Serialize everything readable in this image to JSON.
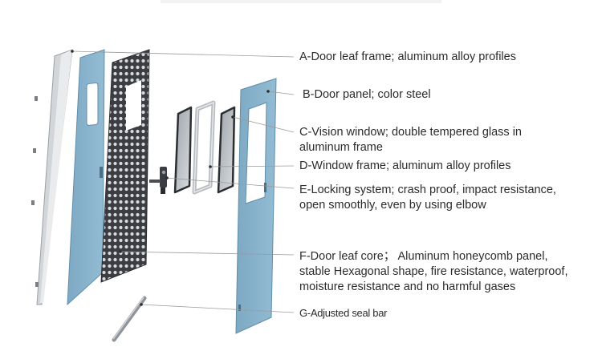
{
  "labels": {
    "a": "A-Door leaf frame; aluminum alloy profiles",
    "b": "B-Door panel; color steel",
    "c1": "C-Vision window; double tempered glass in",
    "c2": "aluminum frame",
    "d": "D-Window frame; aluminum alloy profiles",
    "e1": "E-Locking system; crash proof, impact resistance,",
    "e2": "open smoothly, even by using elbow",
    "f1": "F-Door leaf core； Aluminum honeycomb panel,",
    "f2": "stable Hexagonal shape, fire resistance, waterproof,",
    "f3": "moisture resistance and no harmful gases",
    "g": "G-Adjusted seal bar"
  },
  "colors": {
    "panel_blue": "#86b2cc",
    "panel_blue_edge": "#5f8ea9",
    "frame_grey": "#c9ccd0",
    "honeycomb": "#3b3d42",
    "leader_line": "#9a9a9a",
    "text": "#2b2b2b"
  }
}
